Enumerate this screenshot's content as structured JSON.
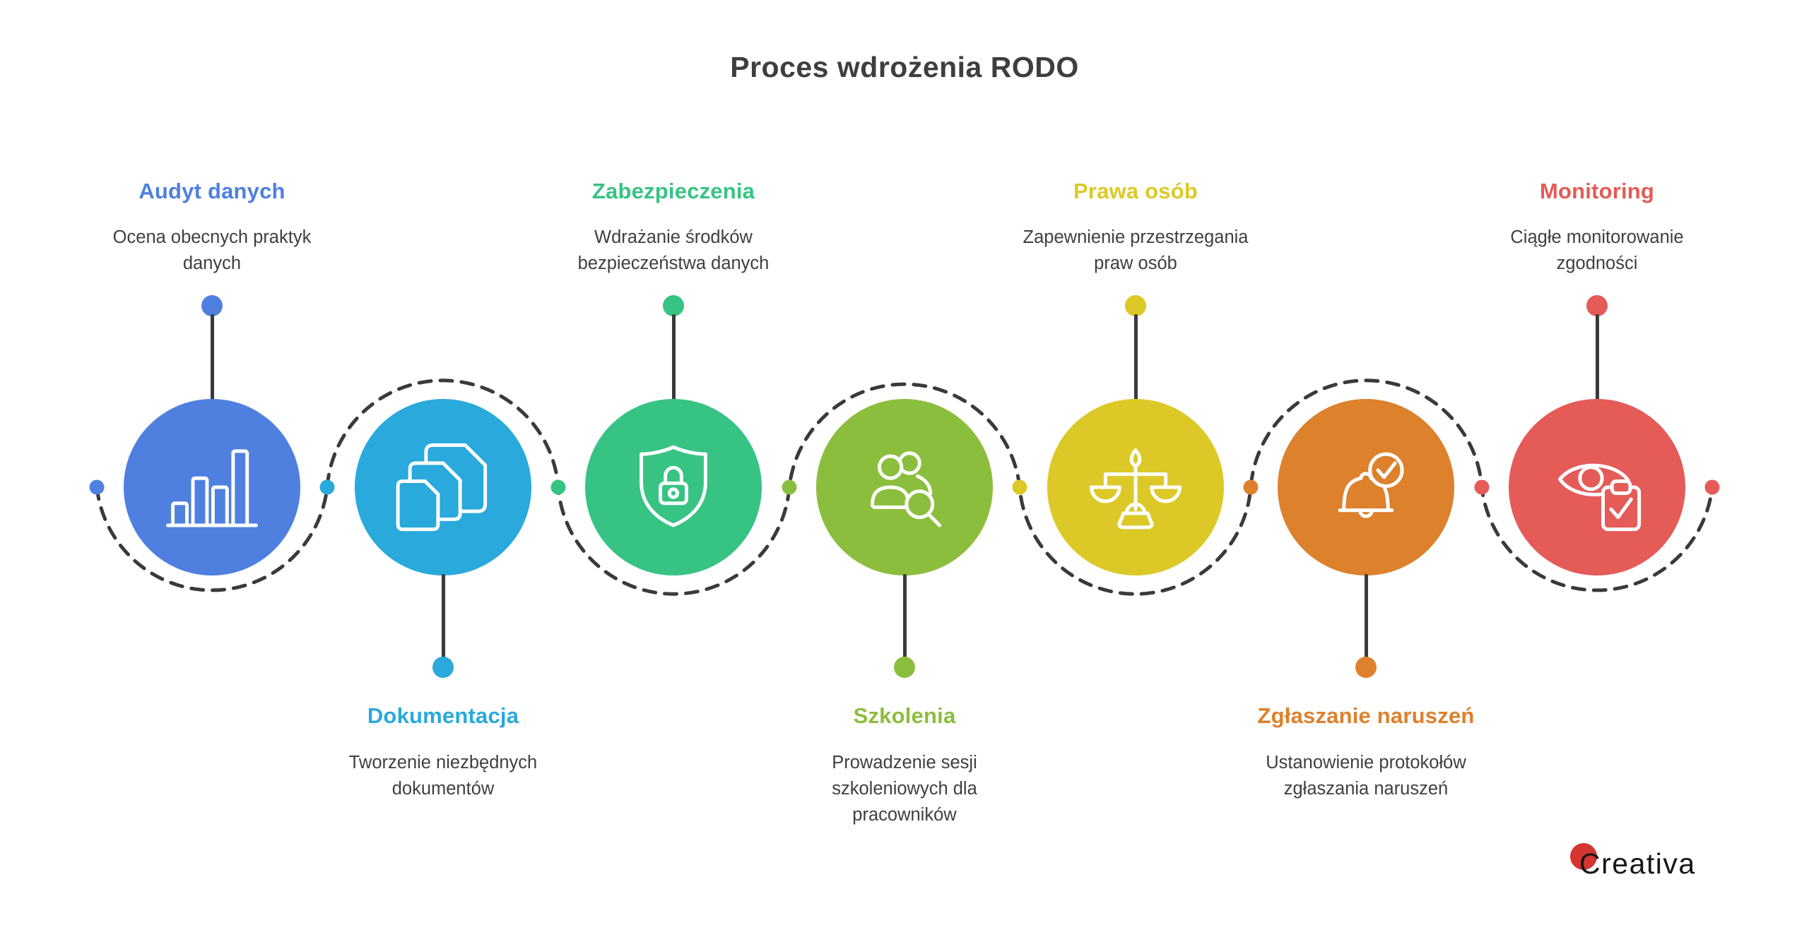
{
  "title": "Proces wdrożenia RODO",
  "steps": [
    {
      "id": 1,
      "label": "Audyt danych",
      "description": "Ocena obecnych praktyk danych",
      "color": "#4F80E0",
      "icon": "bar-chart-icon",
      "label_position": "top"
    },
    {
      "id": 2,
      "label": "Dokumentacja",
      "description": "Tworzenie niezbędnych dokumentów",
      "color": "#29A9DC",
      "icon": "documents-icon",
      "label_position": "bottom"
    },
    {
      "id": 3,
      "label": "Zabezpieczenia",
      "description": "Wdrażanie środków bezpieczeństwa danych",
      "color": "#37C384",
      "icon": "shield-lock-icon",
      "label_position": "top"
    },
    {
      "id": 4,
      "label": "Szkolenia",
      "description": "Prowadzenie sesji szkoleniowych dla pracowników",
      "color": "#8CBE3D",
      "icon": "people-search-icon",
      "label_position": "bottom"
    },
    {
      "id": 5,
      "label": "Prawa osób",
      "description": "Zapewnienie przestrzegania praw osób",
      "color": "#DCC928",
      "icon": "scales-icon",
      "label_position": "top"
    },
    {
      "id": 6,
      "label": "Zgłaszanie naruszeń",
      "description": "Ustanowienie protokołów zgłaszania naruszeń",
      "color": "#DD812C",
      "icon": "bell-check-icon",
      "label_position": "bottom"
    },
    {
      "id": 7,
      "label": "Monitoring",
      "description": "Ciągłe monitorowanie zgodności",
      "color": "#E45B58",
      "icon": "eye-check-icon",
      "label_position": "top"
    }
  ],
  "timeline": {
    "track_color": "#3A3A3A",
    "dots": [
      {
        "color": "#4F80E0"
      },
      {
        "color": "#29A9DC"
      },
      {
        "color": "#37C384"
      },
      {
        "color": "#8CBE3D"
      },
      {
        "color": "#DCC928"
      },
      {
        "color": "#DD812C"
      },
      {
        "color": "#E45B58"
      },
      {
        "color": "#E45B58"
      }
    ]
  },
  "logo": {
    "text": "Creativa",
    "dot_color": "#D53530",
    "text_color": "#161616"
  }
}
